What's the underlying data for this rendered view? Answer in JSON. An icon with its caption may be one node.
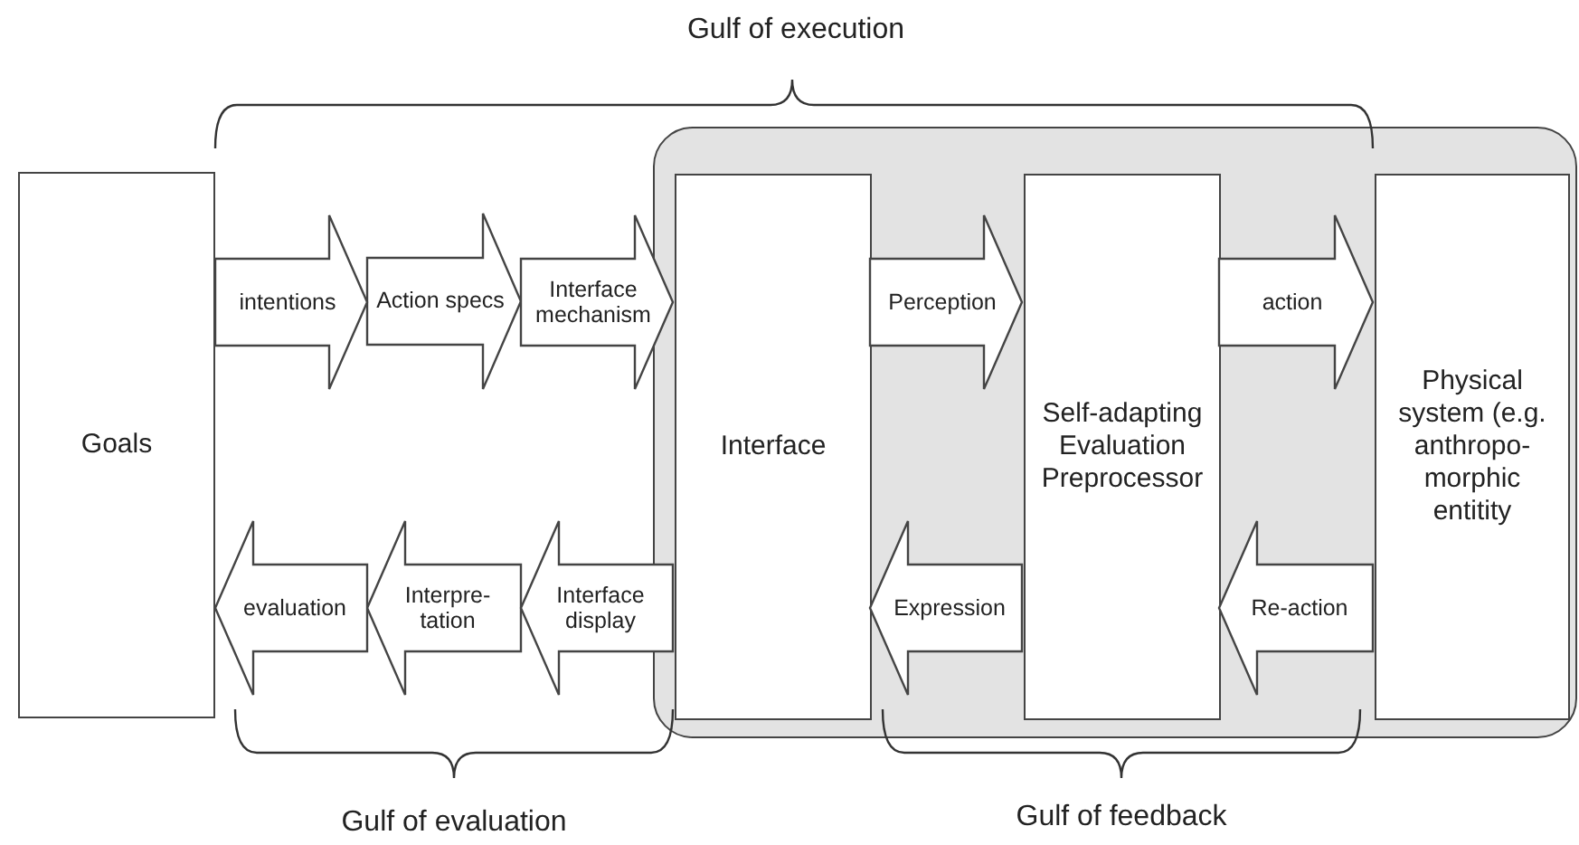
{
  "diagram": {
    "nodes": [
      {
        "text": [
          "Goals"
        ]
      },
      {
        "text": [
          "Action specs"
        ]
      },
      {
        "text": [],
        "shape": "box"
      },
      {
        "text": [
          "Interface"
        ],
        "in": 2
      },
      {
        "text": [
          "Self-adapting Evaluation Preprocessor"
        ],
        "in": 2
      },
      {
        "text": [
          "Physical system (e.g. anthropo- morphic entitity"
        ],
        "in": 2
      },
      {
        "text": [
          "Interpre- tation"
        ]
      }
    ],
    "edges": [
      {
        "from": 0,
        "to": 1,
        "arrow": "to",
        "label": "intentions",
        "style": "thick"
      },
      {
        "from": 1,
        "to": 3,
        "arrow": "to",
        "label": "Interface mechanism",
        "style": "thick"
      },
      {
        "from": 3,
        "to": 4,
        "arrow": "to",
        "label": "Perception",
        "style": "thick"
      },
      {
        "from": 4,
        "to": 5,
        "arrow": "to",
        "label": "action",
        "style": "thick"
      },
      {
        "from": 6,
        "to": 0,
        "arrow": "to",
        "label": "evaluation",
        "style": "thick"
      },
      {
        "from": 3,
        "to": 6,
        "arrow": "to",
        "label": "Interface display",
        "style": "thick"
      },
      {
        "from": 4,
        "to": 3,
        "arrow": "to",
        "label": "Expression",
        "style": "thick"
      },
      {
        "from": 5,
        "to": 4,
        "arrow": "to",
        "label": "Re-action",
        "style": "thick"
      }
    ],
    "labels": [
      "Gulf of execution",
      "Gulf of evaluation",
      "Gulf of feedback"
    ]
  }
}
